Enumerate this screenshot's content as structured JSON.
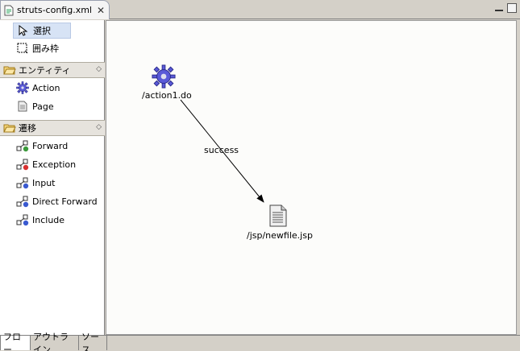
{
  "editor": {
    "tab_title": "struts-config.xml",
    "close_glyph": "✕"
  },
  "palette": {
    "select_label": "選択",
    "marquee_label": "囲み枠",
    "drawers": [
      {
        "label": "エンティティ",
        "items": [
          {
            "label": "Action",
            "icon": "gear-icon"
          },
          {
            "label": "Page",
            "icon": "page-icon"
          }
        ]
      },
      {
        "label": "遷移",
        "items": [
          {
            "label": "Forward",
            "icon": "forward-icon"
          },
          {
            "label": "Exception",
            "icon": "exception-icon"
          },
          {
            "label": "Input",
            "icon": "input-icon"
          },
          {
            "label": "Direct Forward",
            "icon": "direct-forward-icon"
          },
          {
            "label": "Include",
            "icon": "include-icon"
          }
        ]
      }
    ],
    "toggle_glyph": "◇"
  },
  "diagram": {
    "action_label": "/action1.do",
    "page_label": "/jsp/newfile.jsp",
    "transition_label": "success"
  },
  "bottom_tabs": [
    "フロー",
    "アウトライン",
    "ソース"
  ],
  "colors": {
    "accent": "#3a3ac8",
    "selection": "#d7e3f5"
  }
}
